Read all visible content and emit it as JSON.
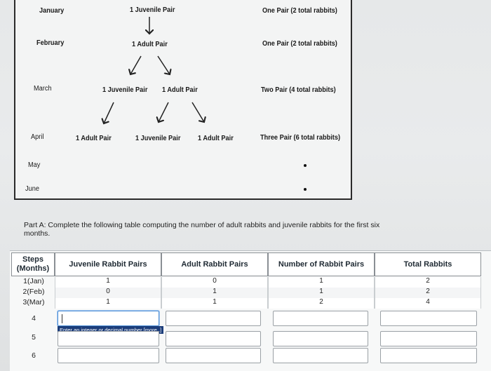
{
  "diagram": {
    "months": [
      "January",
      "February",
      "March",
      "April",
      "May",
      "June"
    ],
    "nodes": {
      "jan_juvenile": "1 Juvenile Pair",
      "feb_adult": "1 Adult Pair",
      "mar_juvenile": "1 Juvenile Pair",
      "mar_adult": "1 Adult Pair",
      "apr_adult": "1 Adult Pair",
      "apr_juvenile": "1 Juvenile Pair",
      "apr_adult2": "1 Adult Pair"
    },
    "totals": [
      "One Pair (2 total rabbits)",
      "One Pair (2 total rabbits)",
      "Two Pair (4 total rabbits)",
      "Three Pair (6 total rabbits)"
    ]
  },
  "question": "Part A: Complete the following table computing the number of adult rabbits and juvenile rabbits for the first six months.",
  "table": {
    "headers": [
      "Steps (Months)",
      "Juvenile Rabbit Pairs",
      "Adult Rabbit Pairs",
      "Number of Rabbit Pairs",
      "Total Rabbits"
    ],
    "rows": [
      {
        "step": "1(Jan)",
        "juvenile": "1",
        "adult": "0",
        "pairs": "1",
        "total": "2"
      },
      {
        "step": "2(Feb)",
        "juvenile": "0",
        "adult": "1",
        "pairs": "1",
        "total": "2"
      },
      {
        "step": "3(Mar)",
        "juvenile": "1",
        "adult": "1",
        "pairs": "2",
        "total": "4"
      }
    ],
    "input_rows": [
      "4",
      "5",
      "6"
    ],
    "input_value": "",
    "tooltip": "Enter an integer or decimal number [more..]"
  }
}
